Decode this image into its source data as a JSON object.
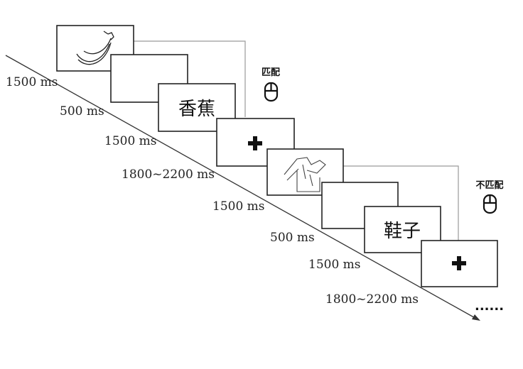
{
  "trial1": {
    "durations": [
      "1500 ms",
      "500 ms",
      "1500 ms",
      "1800~2200 ms"
    ],
    "word": "香蕉",
    "response": "匹配"
  },
  "trial2": {
    "durations": [
      "1500 ms",
      "500 ms",
      "1500 ms",
      "1800~2200 ms"
    ],
    "word": "鞋子",
    "response": "不匹配"
  },
  "continuation": "......",
  "icons": {
    "image1": "banana-sketch-icon",
    "image2": "shoe-sketch-icon",
    "fixation": "fixation-cross-icon",
    "mouse": "mouse-icon"
  }
}
